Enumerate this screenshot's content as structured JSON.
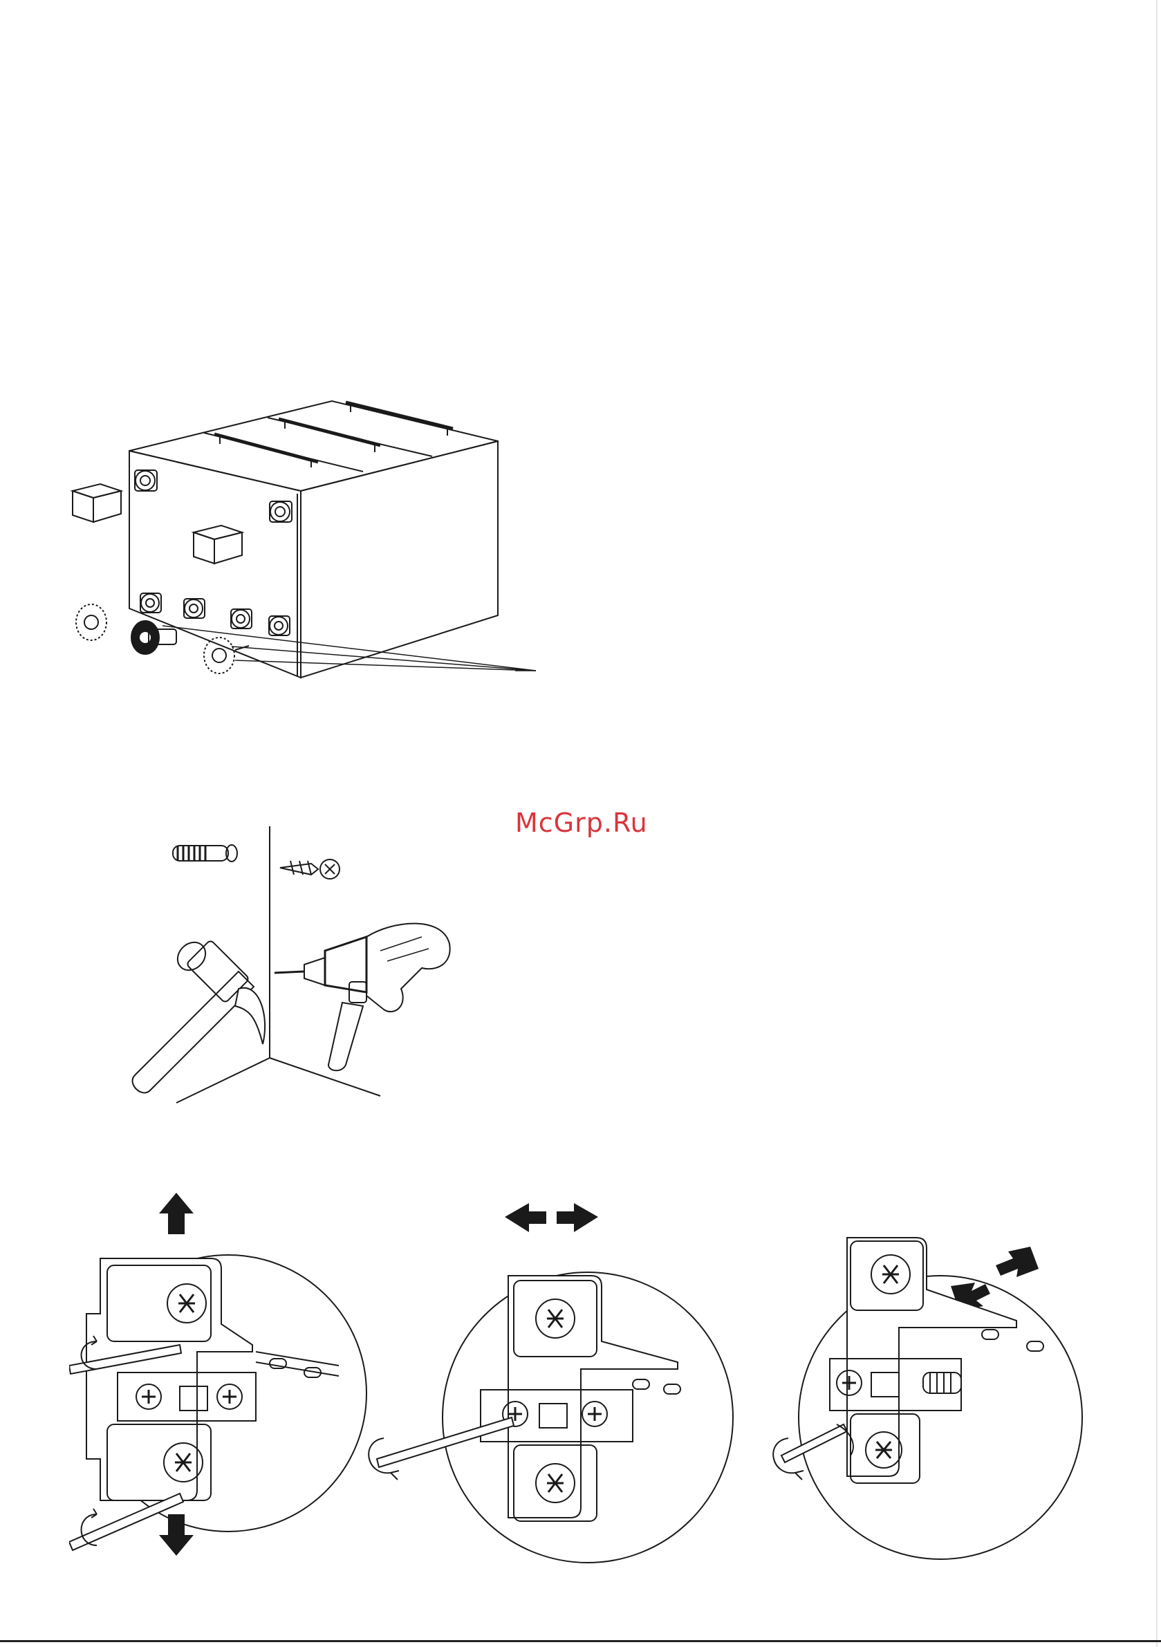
{
  "watermark": {
    "text": "McGrp.Ru",
    "color": "#d8353b"
  },
  "figures": [
    {
      "name": "cabinet-assembly",
      "icon": "cabinet-with-hinge-fittings-icon"
    },
    {
      "name": "wall-mounting-tools",
      "icon": "hammer-drill-dowel-screw-icon"
    },
    {
      "name": "hinge-vertical-adjustment",
      "icon": "hinge-adjust-vertical-icon"
    },
    {
      "name": "hinge-lateral-adjustment",
      "icon": "hinge-adjust-lateral-icon"
    },
    {
      "name": "hinge-depth-adjustment",
      "icon": "hinge-adjust-depth-icon"
    }
  ],
  "colors": {
    "line": "#1a1a1a",
    "background": "#ffffff"
  }
}
